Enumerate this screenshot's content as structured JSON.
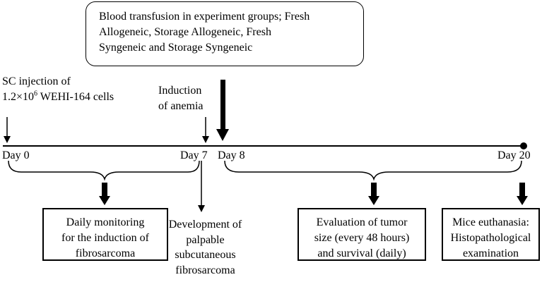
{
  "top_box": {
    "lines": [
      "Blood transfusion in experiment groups; Fresh",
      "Allogeneic, Storage Allogeneic, Fresh",
      "Syngeneic and Storage Syngeneic"
    ]
  },
  "annotations": {
    "sc_line1": "SC injection of",
    "sc_line2_prefix": "1.2×10",
    "sc_line2_sup": "6",
    "sc_line2_suffix": " WEHI-164 cells",
    "anemia_line1": "Induction",
    "anemia_line2": "of anemia"
  },
  "timeline": {
    "day0": "Day 0",
    "day7": "Day 7",
    "day8": "Day 8",
    "day20": "Day 20"
  },
  "boxes": {
    "monitoring": [
      "Daily monitoring",
      "for the  induction of",
      "fibrosarcoma"
    ],
    "evaluation": [
      "Evaluation of tumor",
      "size (every 48 hours)",
      "and survival (daily)"
    ],
    "euthanasia": [
      "Mice euthanasia:",
      "Histopathological",
      "examination"
    ]
  },
  "development": [
    "Development of",
    "palpable",
    "subcutaneous",
    "fibrosarcoma"
  ]
}
